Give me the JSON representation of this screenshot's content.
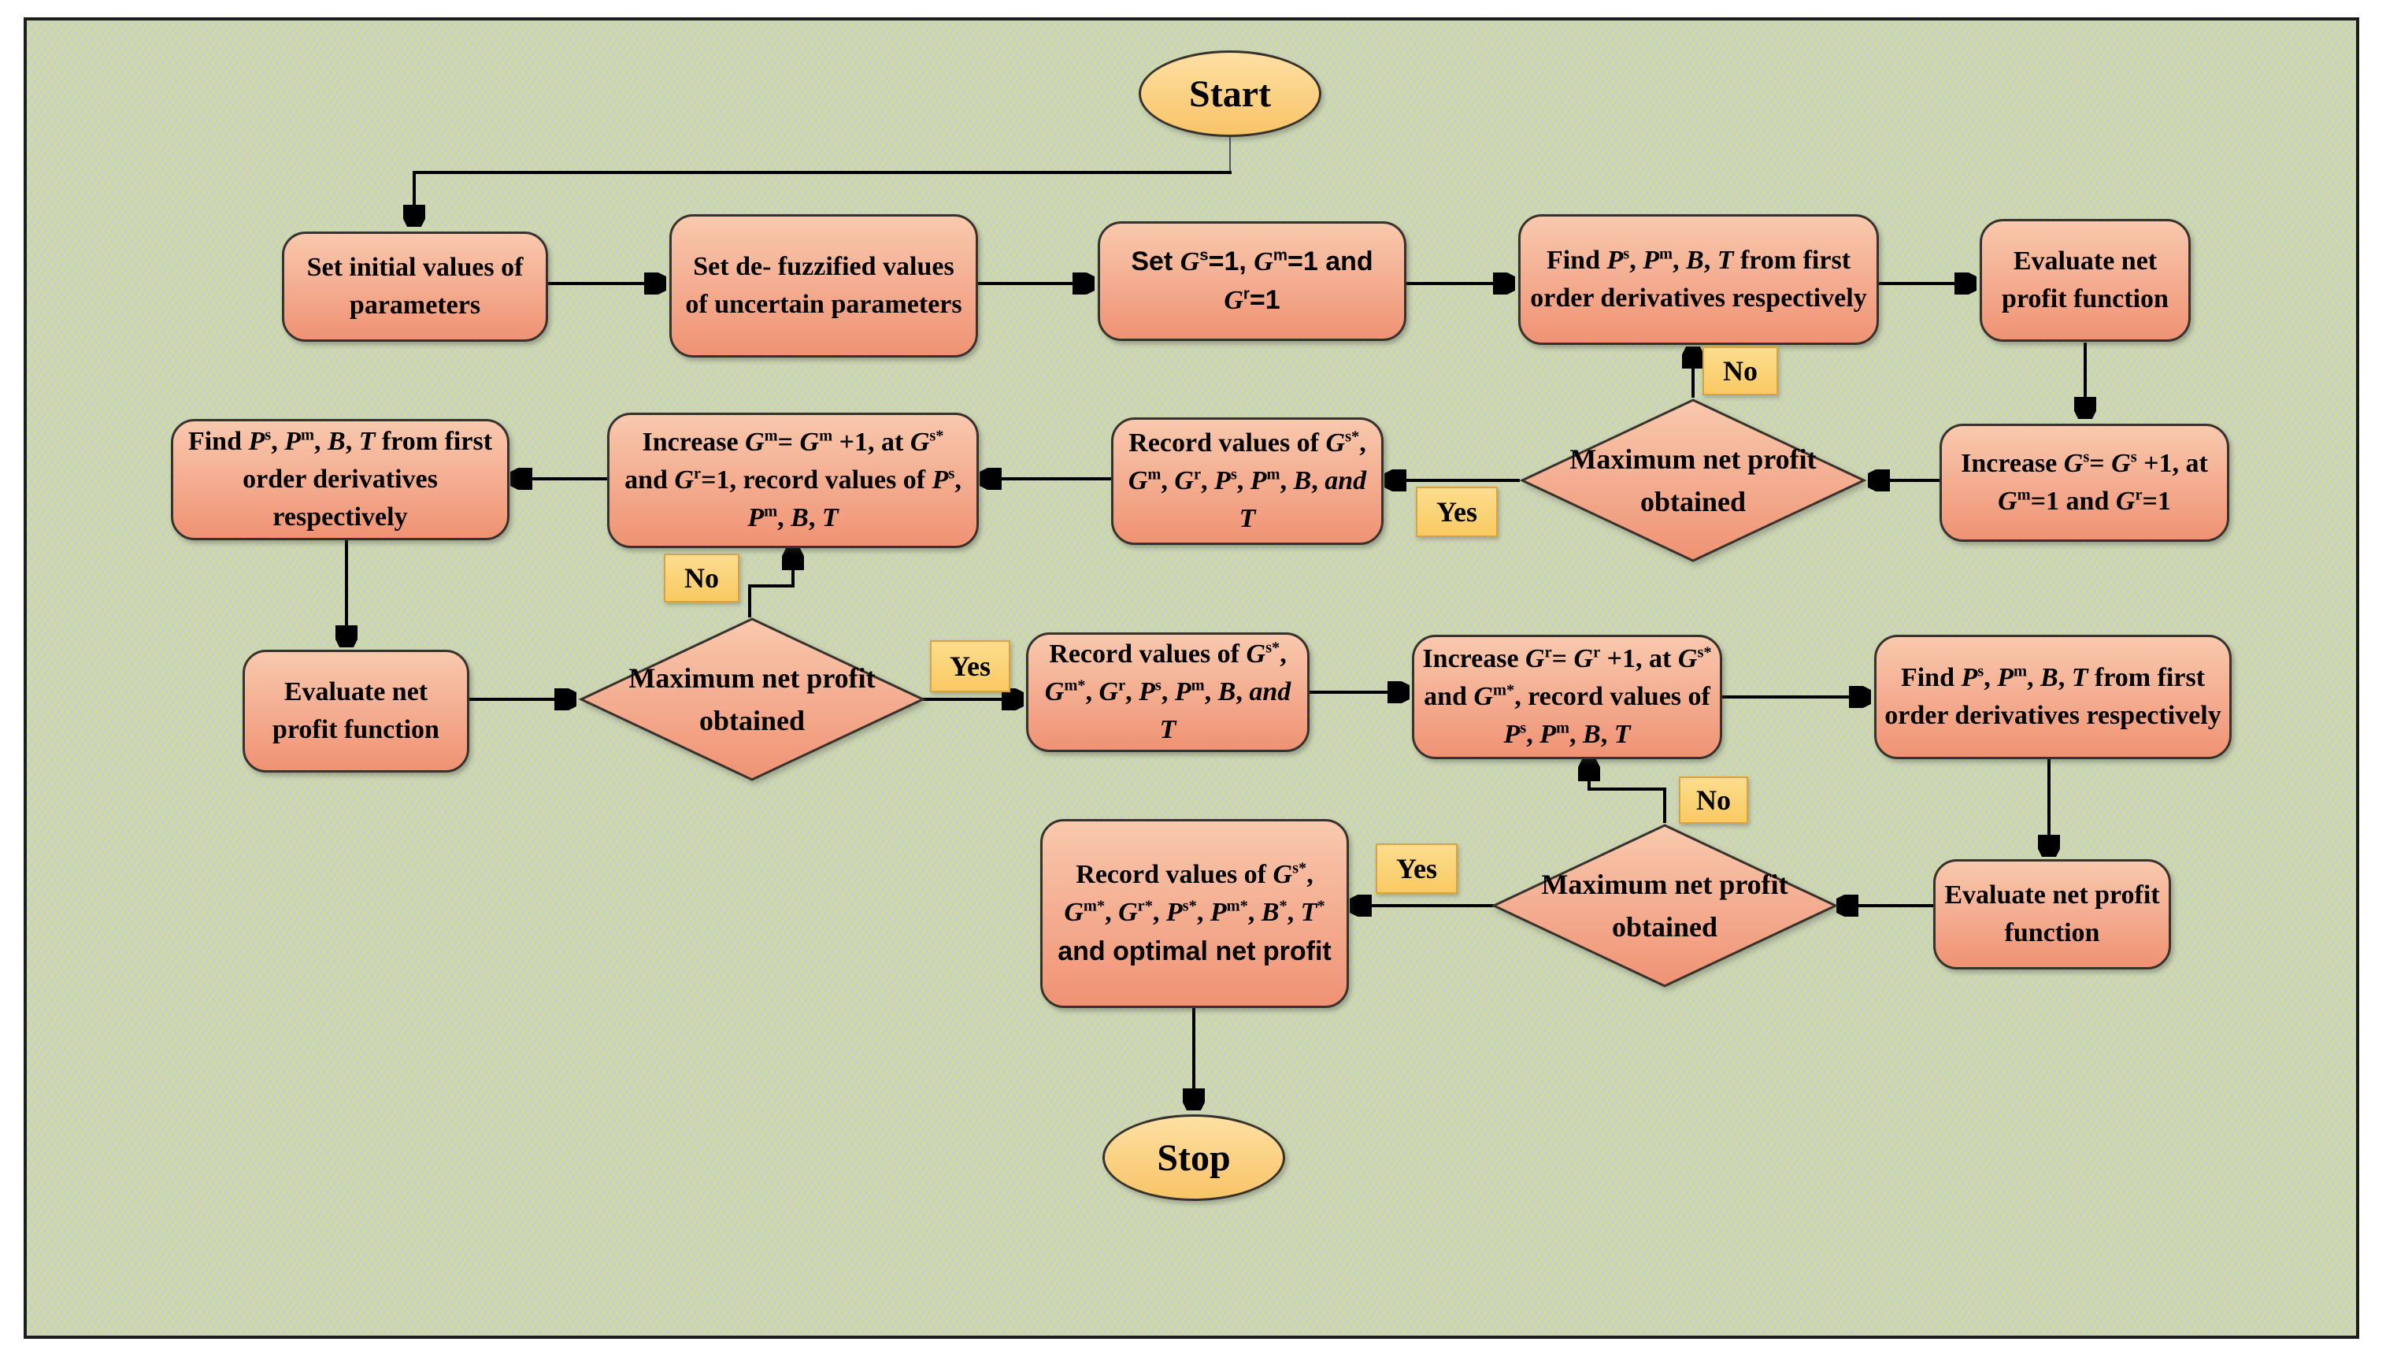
{
  "flowchart": {
    "terminals": {
      "start": "Start",
      "stop": "Stop"
    },
    "decision_labels": {
      "yes": "Yes",
      "no": "No"
    },
    "decision_text": "Maximum net profit obtained",
    "boxes": {
      "set_initial": "Set initial values of parameters",
      "set_defuzzified": "Set de- fuzzified values of uncertain parameters",
      "set_g_one": "Set G^{s}=1, G^{m}=1 and G^{r}=1",
      "find_derivatives": "Find P^{s}, P^{m}, B, T from first order derivatives respectively",
      "evaluate_net_profit": "Evaluate net profit function",
      "increase_gs": "Increase G^{s}= G^{s} +1, at G^{m}=1 and G^{r}=1",
      "record_after_gs": "Record values of G^{s*}, G^{m}, G^{r}, P^{s}, P^{m}, B, ~and~ T",
      "increase_gm": "Increase G^{m}= G^{m} +1, at G^{s*} and G^{r}=1, record values of P^{s}, P^{m}, B, T",
      "record_after_gm": "Record values of G^{s*}, G^{m*}, G^{r}, P^{s}, P^{m}, B, ~and~ T",
      "increase_gr": "Increase G^{r}= G^{r} +1, at G^{s*} and G^{m*}, record values of P^{s}, P^{m}, B, T",
      "record_final": "Record values of G^{s*}, G^{m*}, G^{r*}, P^{s*}, P^{m*}, B^{*}, T^{*} ⟦and optimal net profit⟧"
    },
    "colors": {
      "process_fill_top": "#f8c9ae",
      "process_fill_bottom": "#f09274",
      "terminal_fill_top": "#fde0a3",
      "terminal_fill_bottom": "#f9c468",
      "label_fill_top": "#fcdd8e",
      "label_fill_bottom": "#f9ca62",
      "border": "#38322c",
      "arrow": "#000000",
      "background": "#c6d1cd"
    }
  }
}
